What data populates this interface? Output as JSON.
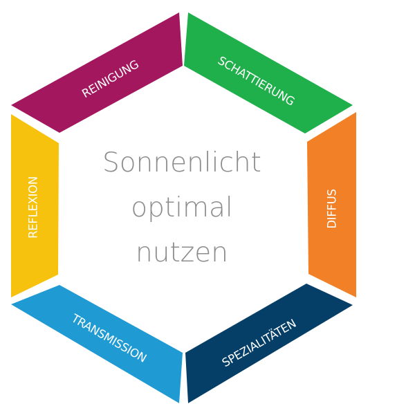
{
  "center": {
    "lines": [
      "Sonnenlicht",
      "optimal",
      "nutzen"
    ]
  },
  "segments": [
    {
      "key": "reinigung",
      "label": "REINIGUNG",
      "color": "#A3175E"
    },
    {
      "key": "schattierung",
      "label": "SCHATTIERUNG",
      "color": "#1FAF4B"
    },
    {
      "key": "diffus",
      "label": "DIFFUS",
      "color": "#F28026"
    },
    {
      "key": "spezialitaeten",
      "label": "SPEZIALITÄTEN",
      "color": "#053F68"
    },
    {
      "key": "transmission",
      "label": "TRANSMISSION",
      "color": "#1F9AD3"
    },
    {
      "key": "reflexion",
      "label": "REFLEXION",
      "color": "#F7C20E"
    }
  ]
}
